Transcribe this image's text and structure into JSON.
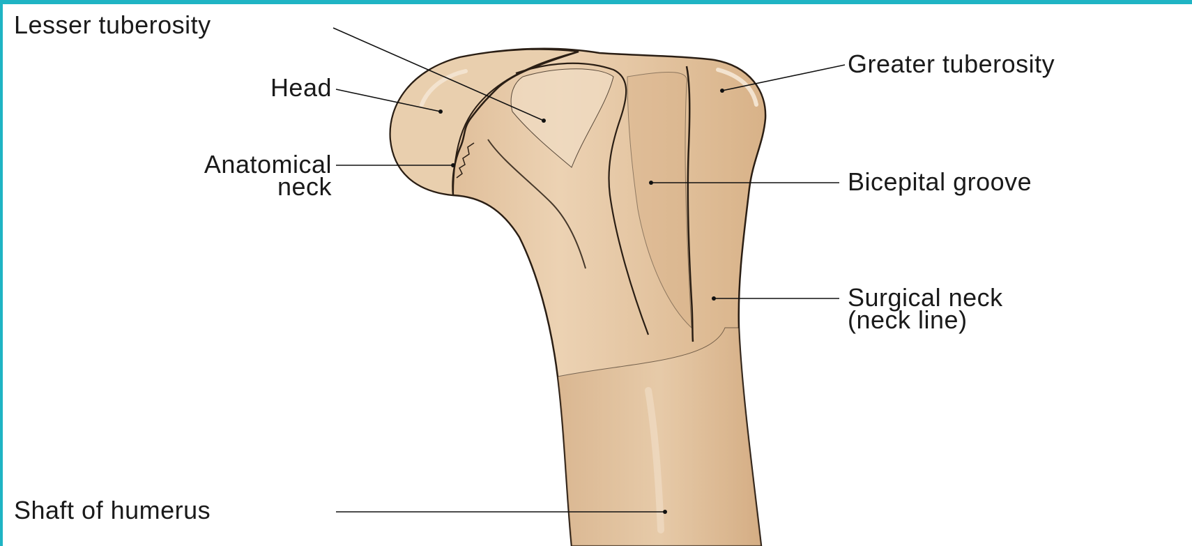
{
  "colors": {
    "frame_accent": "#1fb4c4",
    "bone_fill": "#e6c9a6",
    "bone_shade": "#c9a27a",
    "bone_highlight": "#f3e3cf",
    "outline": "#2a1e14",
    "leader": "#111111"
  },
  "labels": {
    "lesser_tuberosity": "Lesser tuberosity",
    "head": "Head",
    "anatomical_neck_line1": "Anatomical",
    "anatomical_neck_line2": "neck",
    "greater_tuberosity": "Greater tuberosity",
    "bicipital_groove": "Bicepital groove",
    "surgical_neck_line1": "Surgical neck",
    "surgical_neck_line2": "(neck line)",
    "shaft": "Shaft of humerus"
  }
}
